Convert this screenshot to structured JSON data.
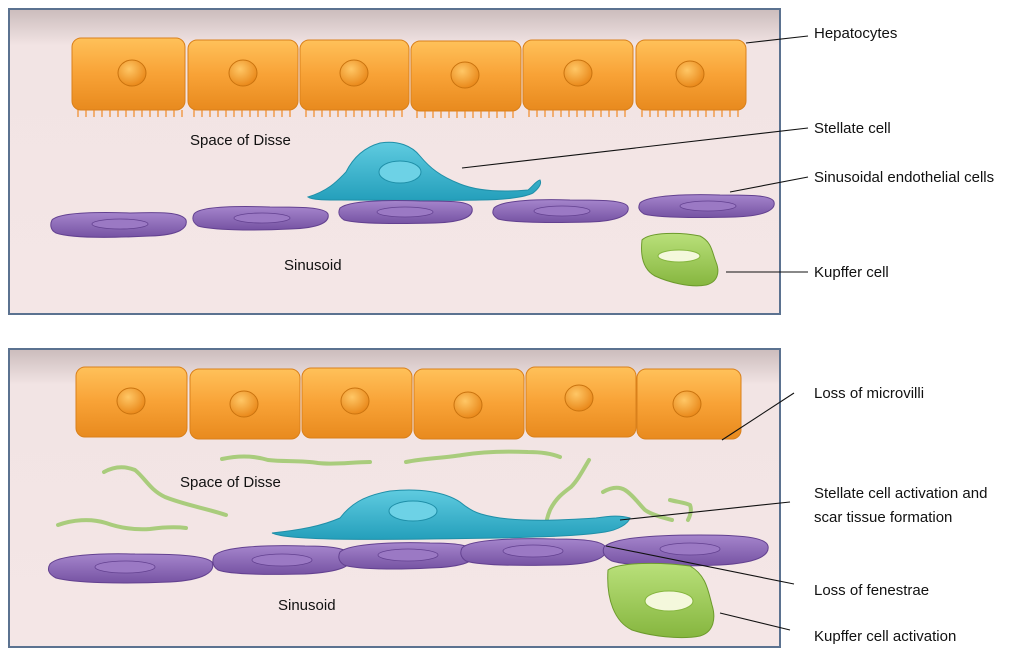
{
  "panels": [
    {
      "id": "normal",
      "inner_labels": {
        "space_of_disse": "Space of Disse",
        "sinusoid": "Sinusoid"
      },
      "callouts": [
        {
          "key": "hepatocytes",
          "lines": [
            "Hepatocytes"
          ]
        },
        {
          "key": "stellate",
          "lines": [
            "Stellate cell"
          ]
        },
        {
          "key": "endothelial",
          "lines": [
            "Sinusoidal endothelial cells"
          ]
        },
        {
          "key": "kupffer",
          "lines": [
            "Kupffer cell"
          ]
        }
      ]
    },
    {
      "id": "injured",
      "inner_labels": {
        "space_of_disse": "Space of Disse",
        "sinusoid": "Sinusoid"
      },
      "callouts": [
        {
          "key": "microvilli",
          "lines": [
            "Loss of microvilli"
          ]
        },
        {
          "key": "stellate_activation",
          "lines": [
            "Stellate cell activation and",
            "scar tissue formation"
          ]
        },
        {
          "key": "fenestrae",
          "lines": [
            "Loss of fenestrae"
          ]
        },
        {
          "key": "kupffer_activation",
          "lines": [
            "Kupffer cell activation"
          ]
        }
      ]
    }
  ],
  "colors": {
    "panel_bg": "#f2e4e4",
    "panel_border": "#5b7290",
    "hepatocyte": "#f7a23a",
    "nucleus": "#f59a2a",
    "stellate": "#3fb6cf",
    "endothelial": "#8a67b4",
    "kupffer": "#9ccb52",
    "scar_fiber": "#a9cc7c"
  }
}
